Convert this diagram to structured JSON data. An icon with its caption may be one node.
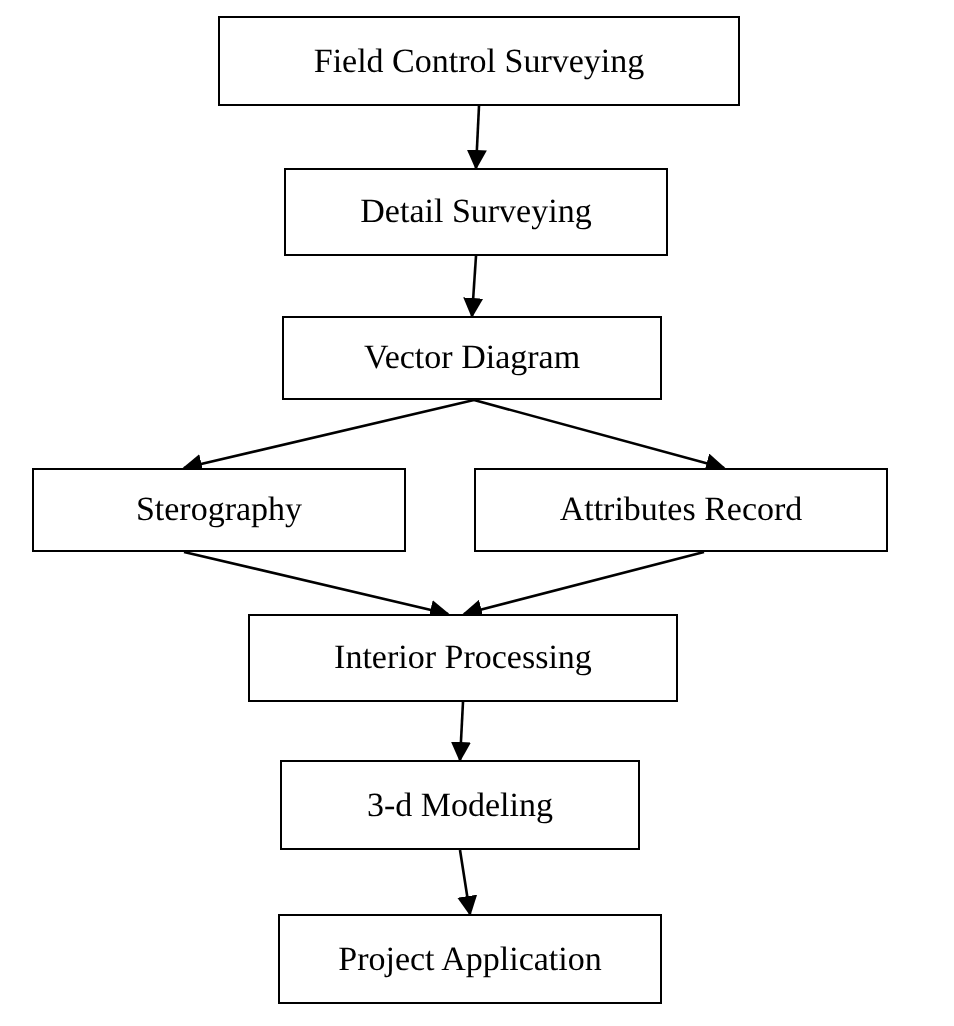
{
  "diagram": {
    "nodes": [
      {
        "text": [
          "Field Control Surveying"
        ]
      },
      {
        "text": [
          "Detail Surveying"
        ]
      },
      {
        "text": [
          "Vector Diagram"
        ]
      },
      {
        "text": [
          "Sterography"
        ]
      },
      {
        "text": [
          "Attributes Record"
        ]
      },
      {
        "text": [
          "Interior Processing"
        ]
      },
      {
        "text": [
          "3-d Modeling"
        ]
      },
      {
        "text": [
          "Project Application"
        ]
      }
    ],
    "edges": [
      {
        "from": 0,
        "to": 1,
        "arrow": "to"
      },
      {
        "from": 1,
        "to": 2,
        "arrow": "to"
      },
      {
        "from": 2,
        "to": 3,
        "arrow": "to"
      },
      {
        "from": 2,
        "to": 4,
        "arrow": "to"
      },
      {
        "from": 3,
        "to": 5,
        "arrow": "to"
      },
      {
        "from": 4,
        "to": 5,
        "arrow": "to"
      },
      {
        "from": 5,
        "to": 6,
        "arrow": "to"
      },
      {
        "from": 6,
        "to": 7,
        "arrow": "to"
      }
    ]
  }
}
